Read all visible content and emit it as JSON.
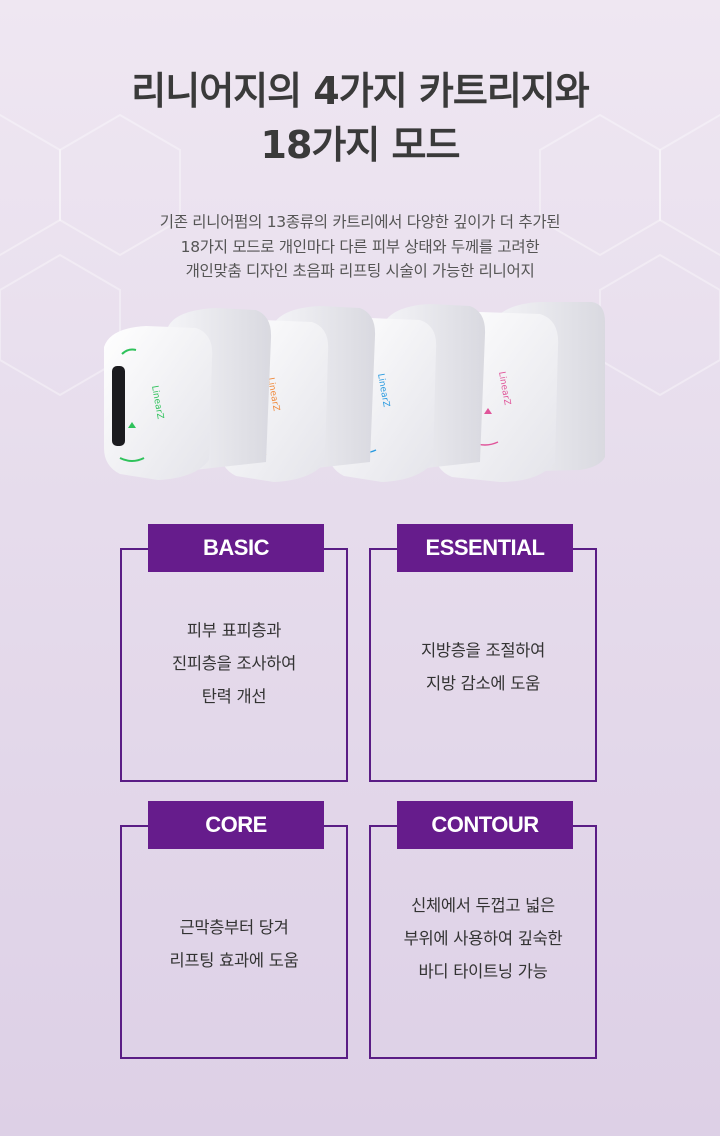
{
  "title": {
    "line1": "리니어지의 4가지 카트리지와",
    "line2": "18가지 모드"
  },
  "description": {
    "line1": "기존 리니어펌의 13종류의 카트리에서 다양한 깊이가 더 추가된",
    "line2": "18가지 모드로 개인마다 다른 피부 상태와 두께를 고려한",
    "line3": "개인맞춤 디자인 초음파 리프팅 시술이 가능한 리니어지"
  },
  "devices": {
    "brand_label": "LinearZ",
    "items": [
      {
        "accent": "#2fc25b"
      },
      {
        "accent": "#f08a3c"
      },
      {
        "accent": "#2a9be0"
      },
      {
        "accent": "#e0559a"
      }
    ]
  },
  "cards": [
    {
      "label": "BASIC",
      "lines": [
        "피부 표피층과",
        "진피층을 조사하여",
        "탄력 개선"
      ]
    },
    {
      "label": "ESSENTIAL",
      "lines": [
        "지방층을 조절하여",
        "지방 감소에 도움"
      ]
    },
    {
      "label": "CORE",
      "lines": [
        "근막층부터 당겨",
        "리프팅 효과에 도움"
      ]
    },
    {
      "label": "CONTOUR",
      "lines": [
        "신체에서 두껍고 넓은",
        "부위에 사용하여 깊숙한",
        "바디 타이트닝 가능"
      ]
    }
  ],
  "colors": {
    "label_bg": "#661c8c",
    "card_border": "#5a1d85",
    "title": "#3a3a3a"
  }
}
